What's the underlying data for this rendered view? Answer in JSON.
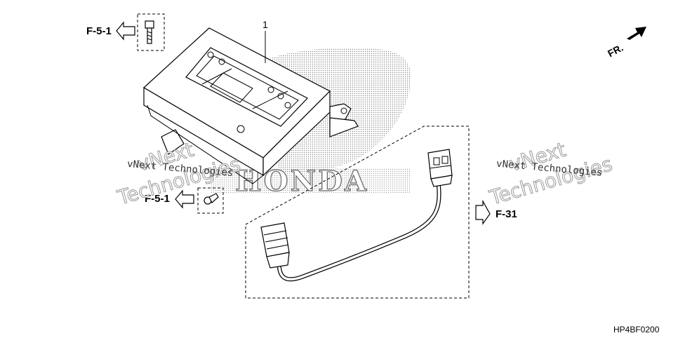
{
  "diagram": {
    "refs": {
      "top_left": "F-5-1",
      "mid_left": "F-5-1",
      "right": "F-31"
    },
    "callout": "1",
    "direction": "FR.",
    "drawing_code": "HP4BF0200",
    "watermark": {
      "small": "vNext Technologies",
      "big_line1": "vNext",
      "big_line2": "Technologies"
    },
    "logo_text": "HONDA"
  }
}
